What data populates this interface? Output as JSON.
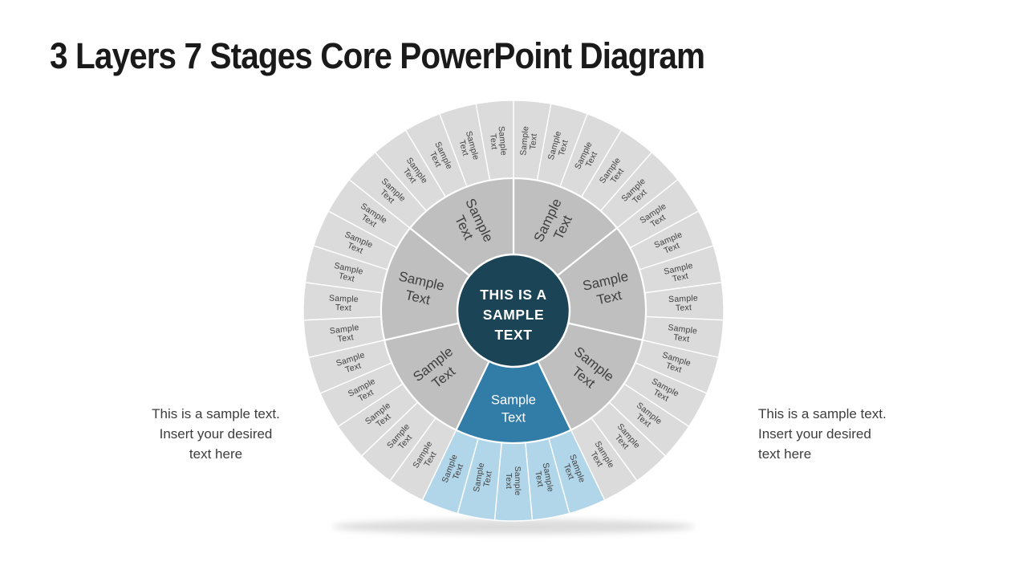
{
  "title": "3 Layers 7 Stages Core PowerPoint Diagram",
  "notes": {
    "left": "This is a sample text. Insert your desired text here",
    "right": "This is a sample text. Insert your desired text here"
  },
  "core": {
    "label": "THIS IS A SAMPLE TEXT",
    "lines": [
      "THIS IS A",
      "SAMPLE",
      "TEXT"
    ]
  },
  "stages": [
    {
      "label": "Sample Text",
      "highlighted": false,
      "outer_labels": [
        "Sample Text",
        "Sample Text",
        "Sample Text",
        "Sample Text",
        "Sample Text"
      ]
    },
    {
      "label": "Sample Text",
      "highlighted": false,
      "outer_labels": [
        "Sample Text",
        "Sample Text",
        "Sample Text",
        "Sample Text",
        "Sample Text"
      ]
    },
    {
      "label": "Sample Text",
      "highlighted": false,
      "outer_labels": [
        "Sample Text",
        "Sample Text",
        "Sample Text",
        "Sample Text",
        "Sample Text"
      ]
    },
    {
      "label": "Sample Text",
      "highlighted": true,
      "outer_labels": [
        "Sample Text",
        "Sample Text",
        "Sample Text",
        "Sample Text",
        "Sample Text"
      ]
    },
    {
      "label": "Sample Text",
      "highlighted": false,
      "outer_labels": [
        "Sample Text",
        "Sample Text",
        "Sample Text",
        "Sample Text",
        "Sample Text"
      ]
    },
    {
      "label": "Sample Text",
      "highlighted": false,
      "outer_labels": [
        "Sample Text",
        "Sample Text",
        "Sample Text",
        "Sample Text",
        "Sample Text"
      ]
    },
    {
      "label": "Sample Text",
      "highlighted": false,
      "outer_labels": [
        "Sample Text",
        "Sample Text",
        "Sample Text",
        "Sample Text",
        "Sample Text"
      ]
    }
  ],
  "colors": {
    "core_fill": "#1B4557",
    "core_text": "#FFFFFF",
    "stage_fill": "#BFBFBF",
    "stage_highlight_fill": "#327CA8",
    "outer_fill": "#DBDBDB",
    "outer_highlight_fill": "#B2D6E9",
    "label_text": "#3F3F3F",
    "highlight_text": "#FFFFFF",
    "divider": "#FFFFFF"
  }
}
